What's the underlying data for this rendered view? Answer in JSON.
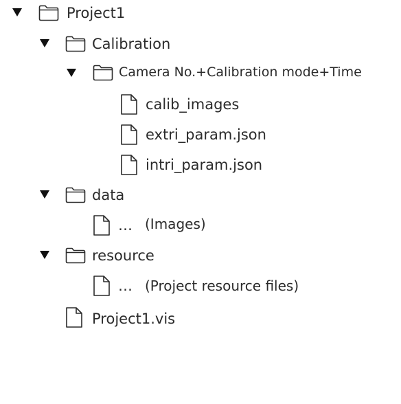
{
  "tree": {
    "project": {
      "label": "Project1",
      "icon": "folder-icon",
      "expanded": true
    },
    "calibration": {
      "label": "Calibration",
      "icon": "folder-icon",
      "expanded": true
    },
    "camera": {
      "label": "Camera No.+Calibration mode+Time",
      "icon": "folder-icon",
      "expanded": true
    },
    "calib_images": {
      "label": "calib_images",
      "icon": "file-icon"
    },
    "extri": {
      "label": "extri_param.json",
      "icon": "file-icon"
    },
    "intri": {
      "label": "intri_param.json",
      "icon": "file-icon"
    },
    "data": {
      "label": "data",
      "icon": "folder-icon",
      "expanded": true
    },
    "data_items": {
      "label": "…",
      "note": "(Images)",
      "icon": "file-icon"
    },
    "resource": {
      "label": "resource",
      "icon": "folder-icon",
      "expanded": true
    },
    "resource_items": {
      "label": "…",
      "note": "(Project resource files)",
      "icon": "file-icon"
    },
    "vis": {
      "label": "Project1.vis",
      "icon": "file-icon"
    }
  },
  "colors": {
    "text": "#2b2b2b",
    "icon_stroke": "#2b2b2b",
    "toggle": "#111111"
  },
  "toggle_glyph": "expanded-triangle-icon"
}
